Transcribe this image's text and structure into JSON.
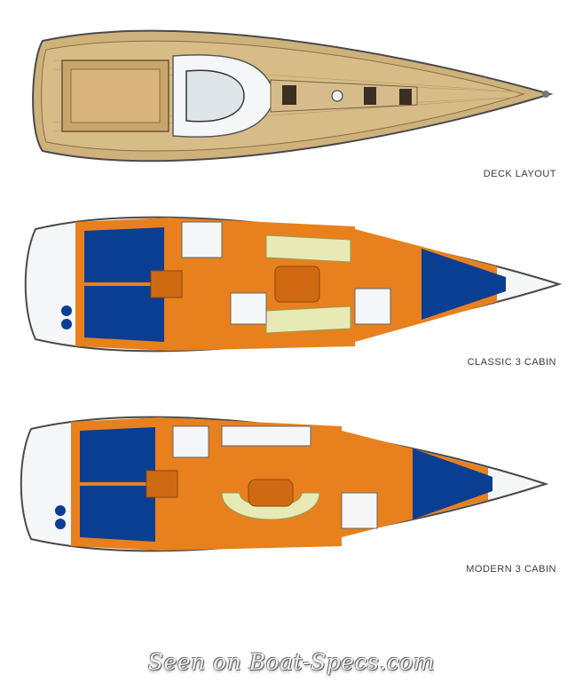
{
  "labels": {
    "deck": "DECK LAYOUT",
    "classic": "CLASSIC 3 CABIN",
    "modern": "MODERN 3 CABIN"
  },
  "watermark": "Seen on Boat-Specs.com",
  "colors": {
    "teak": "#cfb17c",
    "hull_outline": "#4a4a4a",
    "berth_blue": "#0a3e92",
    "wood_orange": "#e8801e",
    "sofa_green": "#e7eab4",
    "white_deck": "#f4f6f8"
  }
}
